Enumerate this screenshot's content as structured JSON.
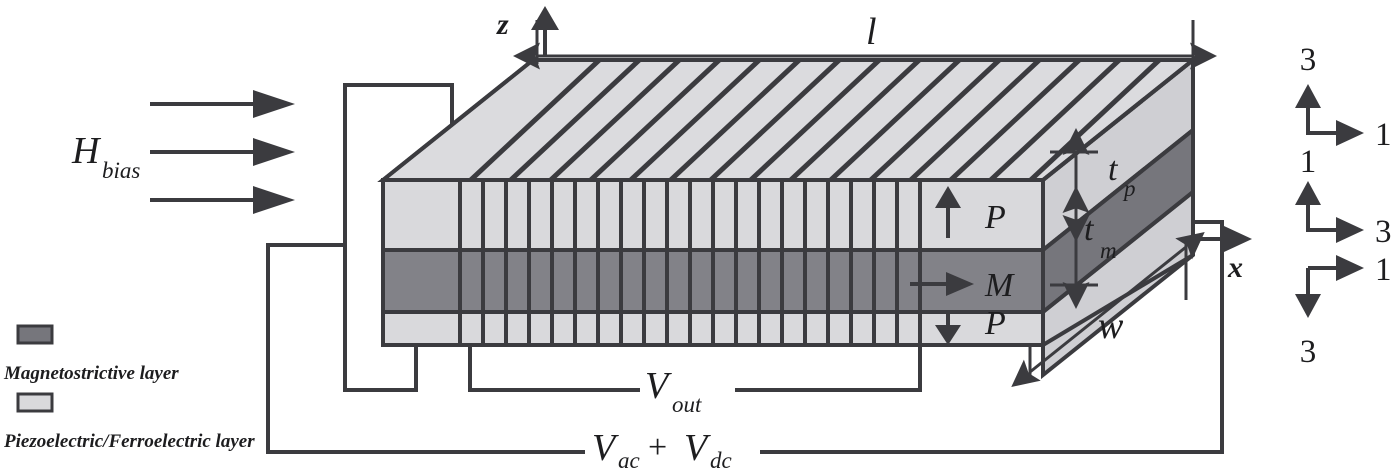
{
  "figure": {
    "title": "Magnetoelectric laminate composite schematic",
    "colors": {
      "piezoelectric_layer": "#d9d9dc",
      "magnetostrictive_layer": "#828288",
      "outline": "#3b3b3f",
      "background": "#ffffff"
    }
  },
  "field": {
    "label": "H",
    "subscript": "bias",
    "arrow_count": 3
  },
  "axes": {
    "z_label": "z",
    "x_label": "x"
  },
  "dimensions": {
    "length": "l",
    "width": "w",
    "thickness_piezo": "t",
    "thickness_piezo_sub": "p",
    "thickness_magneto": "t",
    "thickness_magneto_sub": "m"
  },
  "layers": [
    {
      "name": "top-piezoelectric-layer",
      "polarization_label": "P",
      "direction": "up",
      "type": "piezoelectric"
    },
    {
      "name": "magnetostrictive-layer",
      "polarization_label": "M",
      "direction": "right",
      "type": "magnetostrictive"
    },
    {
      "name": "bottom-piezoelectric-layer",
      "polarization_label": "P",
      "direction": "down",
      "type": "piezoelectric"
    }
  ],
  "circuit": {
    "output_label": "V",
    "output_sub": "out",
    "drive_ac_label": "V",
    "drive_ac_sub": "ac",
    "plus": "+",
    "drive_dc_label": "V",
    "drive_dc_sub": "dc"
  },
  "legend": {
    "items": [
      {
        "swatch": "dark",
        "label": "Magnetostrictive  layer"
      },
      {
        "swatch": "light",
        "label": "Piezoelectric/Ferroelectric layer"
      }
    ]
  },
  "mode_indicators": [
    {
      "name": "mode-31",
      "up_label": "3",
      "corner_label": "1",
      "right_label": "1",
      "up_arrow": true,
      "down_arrow": false
    },
    {
      "name": "mode-13",
      "up_label": "1",
      "corner_label": "",
      "right_label": "3",
      "up_arrow": true,
      "down_arrow": false
    },
    {
      "name": "mode-13-inverse",
      "up_label": "",
      "corner_label": "3",
      "right_label": "1",
      "up_arrow": false,
      "down_arrow": true
    }
  ],
  "electrodes": {
    "count": 27
  }
}
